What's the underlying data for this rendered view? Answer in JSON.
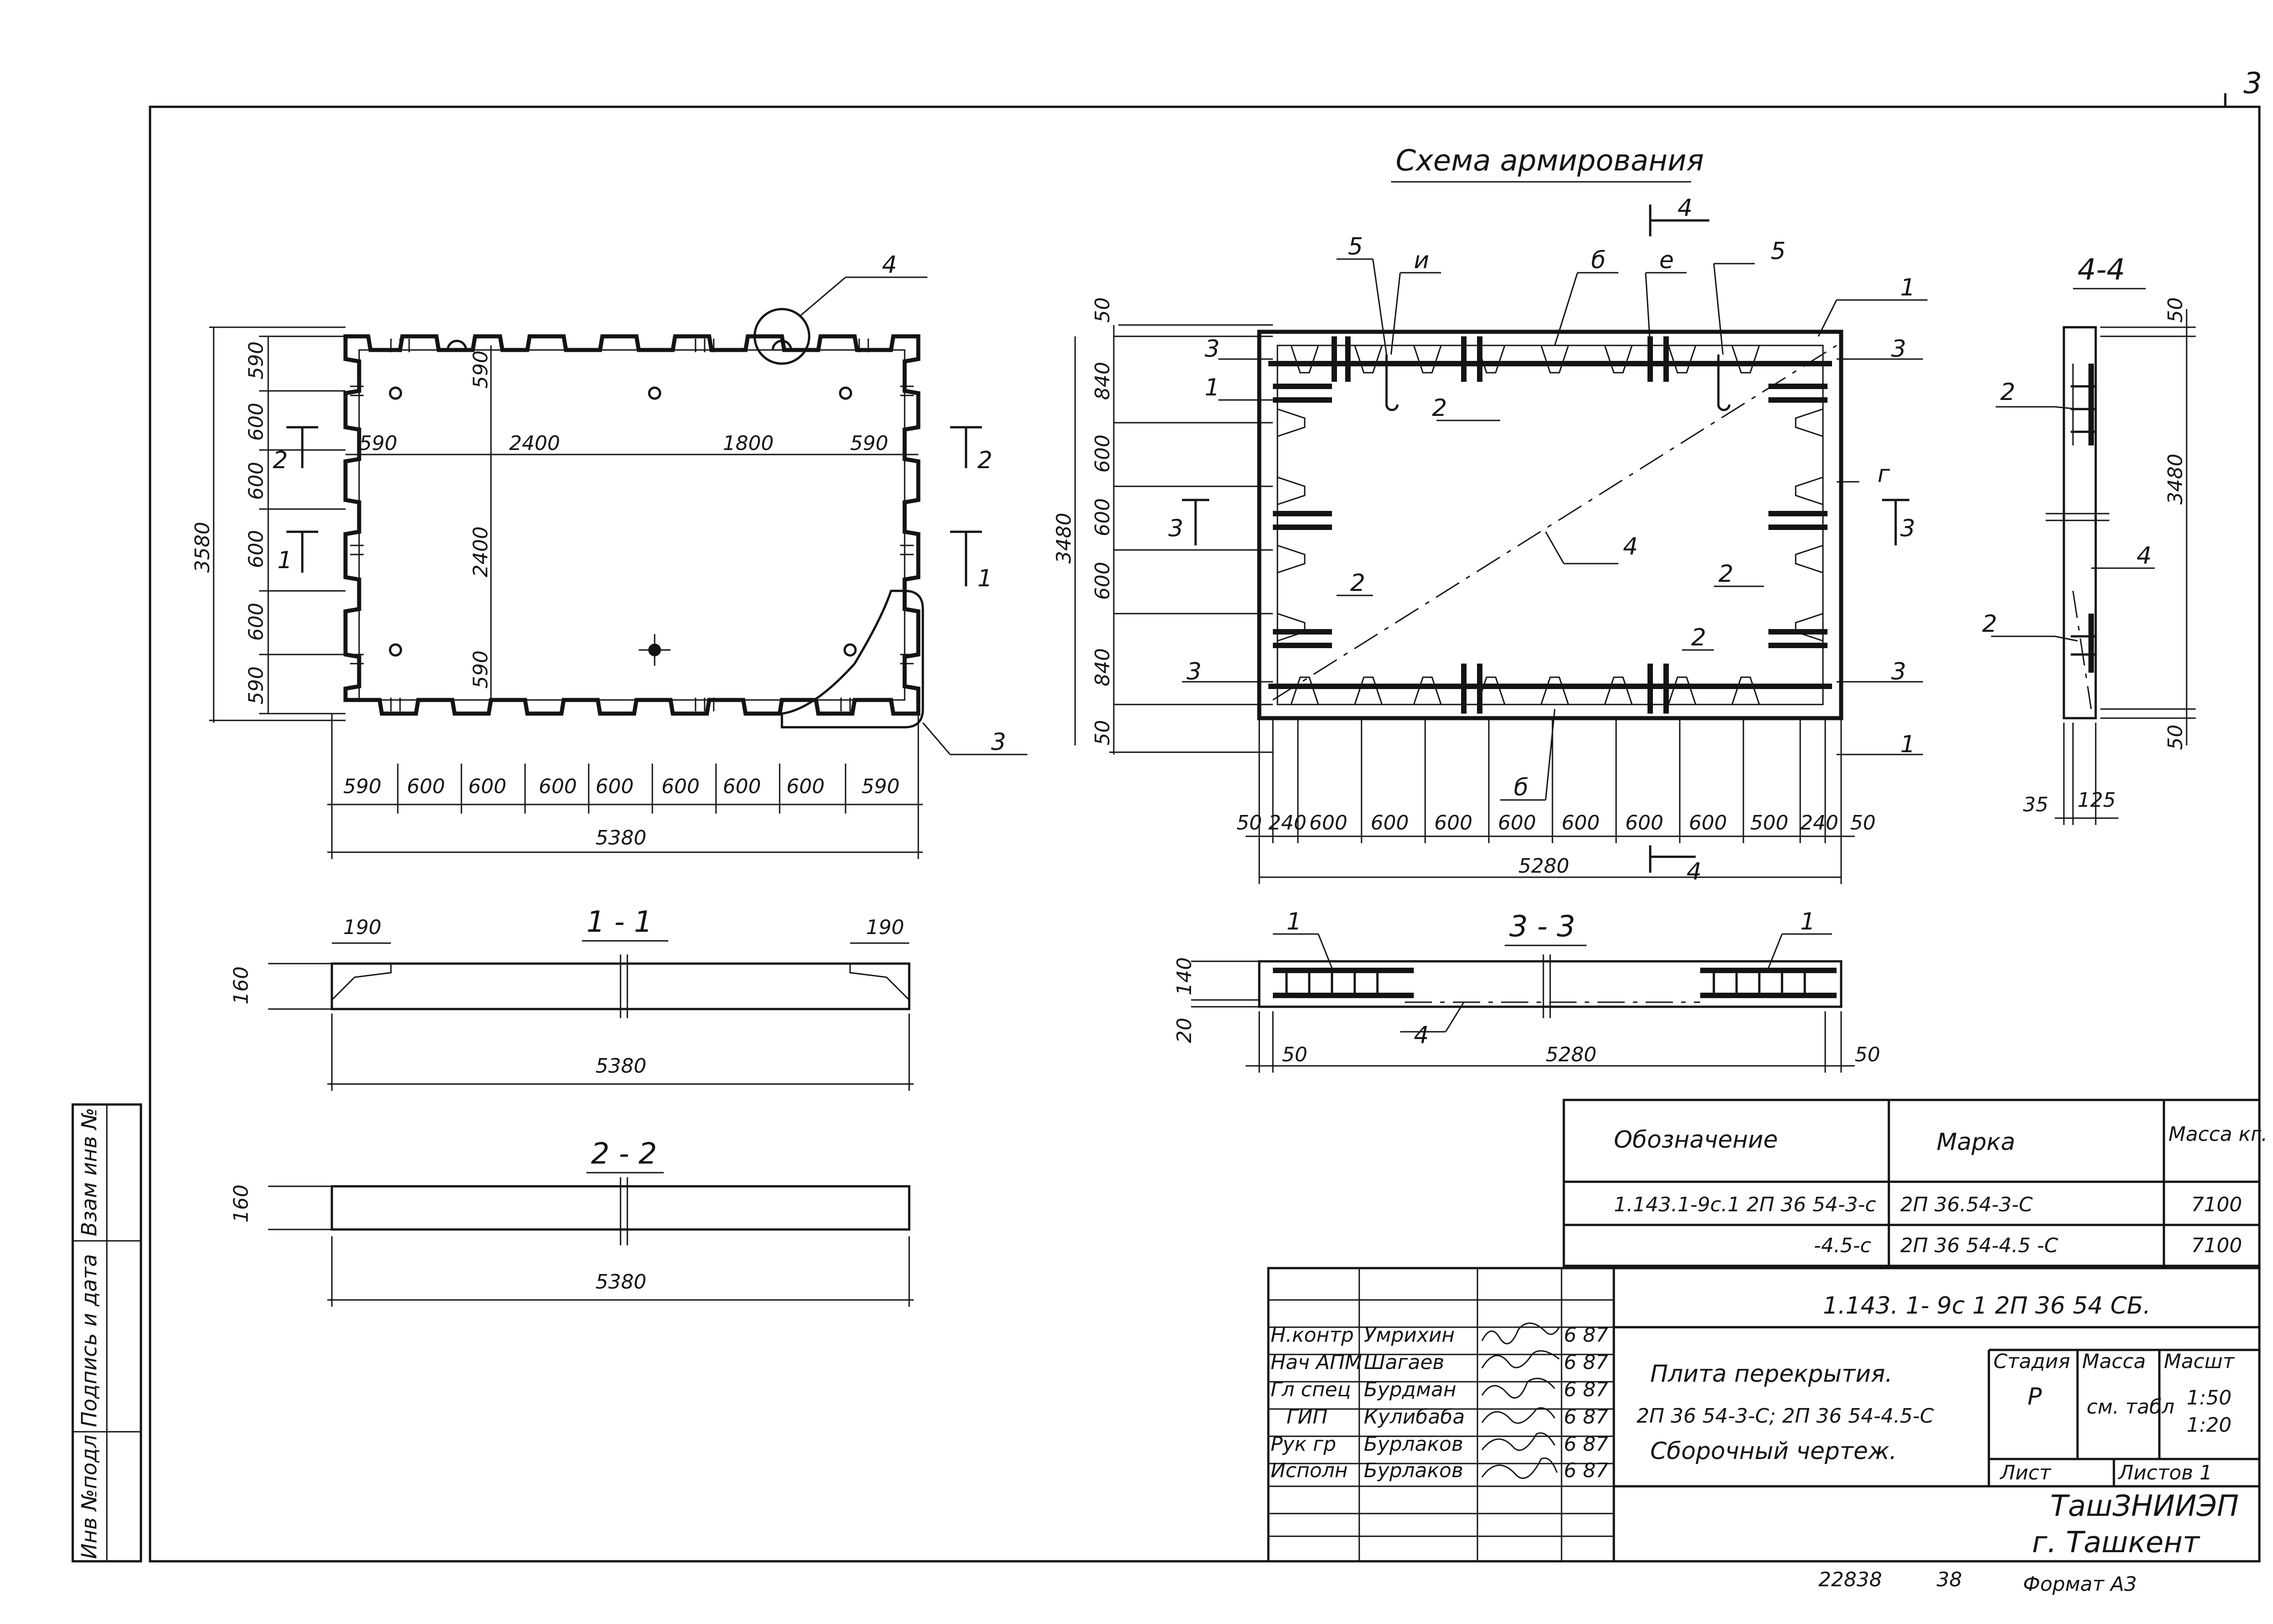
{
  "page_number": "3",
  "reinforcement_title": "Схема армирования",
  "plan": {
    "overall_length": "5380",
    "overall_width": "3580",
    "bottom_dims": [
      "590",
      "600",
      "600",
      "600",
      "600",
      "600",
      "600",
      "600",
      "590"
    ],
    "left_dims": [
      "590",
      "600",
      "600",
      "600",
      "600",
      "590"
    ],
    "inner_top": [
      "590",
      "2400",
      "1800",
      "590"
    ],
    "inner_vertical": [
      "590",
      "2400",
      "590"
    ],
    "callout_4": "4",
    "callout_3": "3",
    "cut_labels": [
      "2",
      "2",
      "1",
      "1"
    ]
  },
  "section_1_1": {
    "title": "1 - 1",
    "left_dim": "190",
    "right_dim": "190",
    "height": "160",
    "length": "5380"
  },
  "section_2_2": {
    "title": "2 - 2",
    "height": "160",
    "length": "5380"
  },
  "reinforcement": {
    "markers_top": [
      "5",
      "и",
      "б",
      "е",
      "5",
      "1"
    ],
    "markers_left": [
      "3",
      "1",
      "3",
      "3"
    ],
    "markers_right": [
      "3",
      "3",
      "г",
      "3",
      "3",
      "1"
    ],
    "markers_mid": [
      "2",
      "2",
      "2",
      "2",
      "4",
      "б"
    ],
    "left_dims": [
      "50",
      "840",
      "600",
      "600",
      "600",
      "840",
      "50"
    ],
    "overall_height": "3480",
    "bottom_dims": [
      "50",
      "240",
      "600",
      "600",
      "600",
      "600",
      "600",
      "600",
      "600",
      "500",
      "240",
      "50"
    ],
    "overall_length": "5280",
    "cut_4": "4"
  },
  "section_3_3": {
    "title": "3 - 3",
    "markers": [
      "1",
      "1",
      "4"
    ],
    "h1": "140",
    "h2": "20",
    "d_left": "50",
    "length": "5280",
    "d_right": "50"
  },
  "section_4_4": {
    "title": "4-4",
    "markers": [
      "2",
      "2",
      "4"
    ],
    "top": "50",
    "height": "3480",
    "bottom": "50",
    "w1": "35",
    "w2": "125"
  },
  "spec_table": {
    "headers": [
      "Обозначение",
      "Марка",
      "Масса кг."
    ],
    "rows": [
      [
        "1.143.1-9с.1 2П 36 54-3-с",
        "2П 36.54-3-С",
        "7100"
      ],
      [
        "-4.5-с",
        "2П 36 54-4.5 -С",
        "7100"
      ]
    ]
  },
  "title_block": {
    "doc_code": "1.143. 1- 9с 1 2П 36 54 СБ.",
    "roles": [
      [
        "Н.контр",
        "Умрихин",
        "6 87"
      ],
      [
        "Нач АПМ",
        "Шагаев",
        "6 87"
      ],
      [
        "Гл спец",
        "Бурдман",
        "6 87"
      ],
      [
        "ГИП",
        "Кулибаба",
        "6 87"
      ],
      [
        "Рук гр",
        "Бурлаков",
        "6 87"
      ],
      [
        "Исполн",
        "Бурлаков",
        "6 87"
      ]
    ],
    "name_line1": "Плита перекрытия.",
    "name_line2": "2П 36 54-3-С; 2П 36 54-4.5-С",
    "name_line3": "Сборочный    чертеж.",
    "stage_header": "Стадия",
    "mass_header": "Масса",
    "scale_header": "Масшт",
    "stage": "Р",
    "mass": "см. табл",
    "scale1": "1:50",
    "scale2": "1:20",
    "sheet_label": "Лист",
    "sheets_label": "Листов 1",
    "org": "ТашЗНИИЭП",
    "city": "г. Ташкент"
  },
  "side_stamp": [
    "Инв №подл",
    "Подпись и дата",
    "Взам инв №"
  ],
  "footer_number": "22838",
  "footer_page": "38",
  "format": "Формат А3"
}
